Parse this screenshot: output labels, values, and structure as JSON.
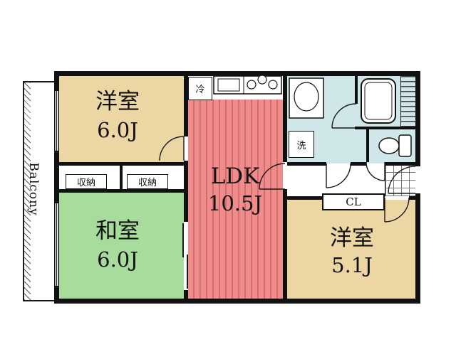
{
  "plan": {
    "balcony_label": "Balcony",
    "rooms": {
      "west1_name": "洋室",
      "west1_size": "6.0J",
      "ldk_name": "LDK",
      "ldk_size": "10.5J",
      "japanese_name": "和室",
      "japanese_size": "6.0J",
      "west2_name": "洋室",
      "west2_size": "5.1J"
    },
    "storage1": "収納",
    "storage2": "収納",
    "closet": "CL",
    "fridge": "冷",
    "washer": "洗",
    "colors": {
      "room_tan": "#ecd7a4",
      "tatami_green": "#a8dc9c",
      "ldk_pink": "#ef8d8c",
      "ldk_stripe": "#d56b6c",
      "bath_blue": "#cfe7e9",
      "wall_black": "#111111"
    }
  }
}
